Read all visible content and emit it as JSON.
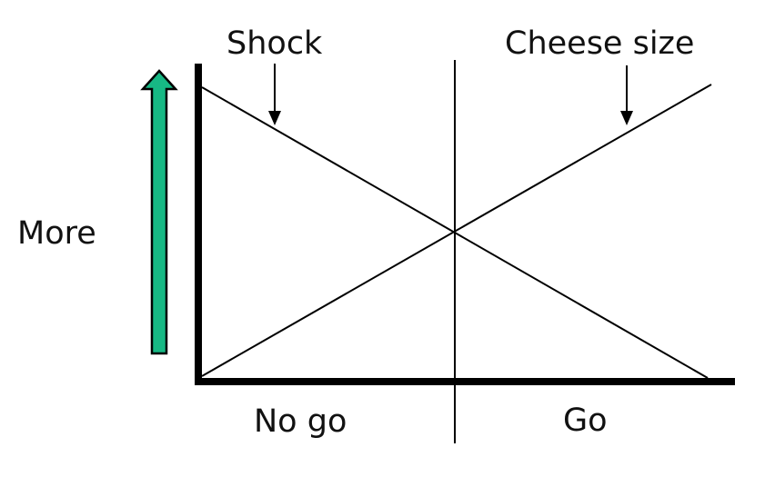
{
  "labels": {
    "shock": "Shock",
    "cheese_size": "Cheese size",
    "more": "More",
    "no_go": "No go",
    "go": "Go"
  },
  "colors": {
    "arrow_fill": "#17b884",
    "ink": "#000000"
  }
}
